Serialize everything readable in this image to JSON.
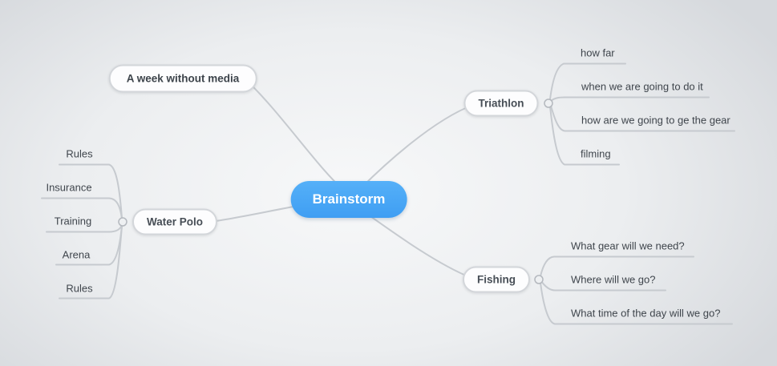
{
  "mindmap": {
    "root": "Brainstorm",
    "branches": [
      {
        "id": "week-without-media",
        "label": "A week without media",
        "children": []
      },
      {
        "id": "triathlon",
        "label": "Triathlon",
        "children": [
          "how far",
          "when we are going to do it",
          "how are we going to ge the gear",
          "filming"
        ]
      },
      {
        "id": "water-polo",
        "label": "Water Polo",
        "children": [
          "Rules",
          "Insurance",
          "Training",
          "Arena",
          "Rules"
        ]
      },
      {
        "id": "fishing",
        "label": "Fishing",
        "children": [
          "What gear will we need?",
          "Where will we go?",
          "What time of the day will we go?"
        ]
      }
    ]
  },
  "colors": {
    "root_node_bg": "#47a7f5",
    "root_node_text": "#ffffff",
    "node_bg": "#fdfdfe",
    "node_border": "#d3d6da",
    "node_text": "#474e56",
    "leaf_text": "#3f454c",
    "connector_line": "#c6cacf",
    "background_center": "#f7f8f9",
    "background_edge": "#d6d9dd"
  }
}
